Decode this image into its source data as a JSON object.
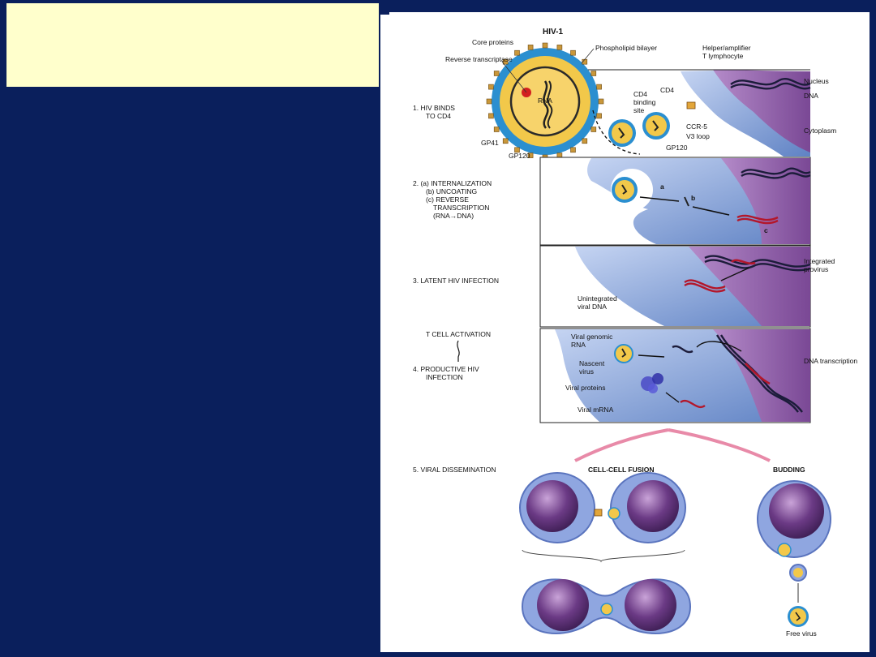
{
  "slide": {
    "title": "",
    "colors": {
      "background": "#0a1f5c",
      "title_box": "#ffffcc",
      "cell_blue": "#7f9fd6",
      "nucleus_purple": "#8a5aa0",
      "virus_yellow": "#f2c84a",
      "dna_red": "#b3172b"
    }
  },
  "figure": {
    "virus_title": "HIV-1",
    "virus_labels": {
      "core_proteins": "Core proteins",
      "reverse_transcriptase": "Reverse transcriptase",
      "rna": "RNA",
      "phospholipid_bilayer": "Phospholipid bilayer",
      "gp41": "GP41",
      "gp120": "GP120"
    },
    "cell_labels": {
      "helper": "Helper/amplifier",
      "t_lymphocyte": "T lymphocyte",
      "nucleus": "Nucleus",
      "dna": "DNA",
      "cytoplasm": "Cytoplasm",
      "cd4": "CD4",
      "cd4_binding": "CD4",
      "binding": "binding",
      "site": "site",
      "ccr5": "CCR-5",
      "v3_loop": "V3 loop",
      "gp120_b": "GP120"
    },
    "steps": {
      "s1_line1": "1.   HIV BINDS",
      "s1_line2": "TO CD4",
      "s2_line1": "2.   (a) INTERNALIZATION",
      "s2_line2": "(b) UNCOATING",
      "s2_line3": "(c) REVERSE",
      "s2_line4": "TRANSCRIPTION",
      "s2_line5": "(RNA→DNA)",
      "s3": "3.   LATENT HIV INFECTION",
      "activation": "T CELL ACTIVATION",
      "s4_line1": "4.   PRODUCTIVE HIV",
      "s4_line2": "INFECTION",
      "s5": "5.   VIRAL DISSEMINATION"
    },
    "panel2": {
      "a": "a",
      "b": "b",
      "c": "c"
    },
    "panel3": {
      "integrated": "Integrated",
      "provirus": "provirus",
      "unintegrated": "Unintegrated",
      "viral_dna": "viral DNA"
    },
    "panel4": {
      "viral_genomic": "Viral genomic",
      "rna": "RNA",
      "nascent": "Nascent",
      "virus": "virus",
      "viral_proteins": "Viral proteins",
      "viral_mrna": "Viral mRNA",
      "dna_transcription": "DNA transcription"
    },
    "dissemination": {
      "fusion": "CELL-CELL FUSION",
      "budding": "BUDDING",
      "free_virus": "Free virus"
    }
  }
}
